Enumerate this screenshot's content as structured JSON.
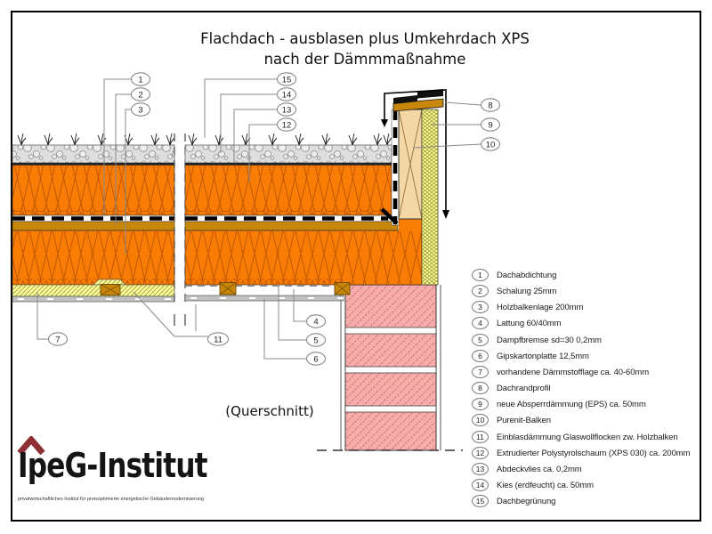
{
  "title": {
    "line1": "Flachdach - ausblasen plus Umkehrdach XPS",
    "line2": "nach der Dämmmaßnahme"
  },
  "section_label": "(Querschnitt)",
  "legend": {
    "items": [
      {
        "num": "1",
        "label": "Dachabdichtung"
      },
      {
        "num": "2",
        "label": "Schalung 25mm"
      },
      {
        "num": "3",
        "label": "Holzbalkenlage 200mm"
      },
      {
        "num": "4",
        "label": "Lattung 60/40mm"
      },
      {
        "num": "5",
        "label": "Dampfbremse sd=30 0,2mm"
      },
      {
        "num": "6",
        "label": "Gipskartonplatte 12,5mm"
      },
      {
        "num": "7",
        "label": "vorhandene Dämmstofflage ca. 40-60mm"
      },
      {
        "num": "8",
        "label": "Dachrandprofil"
      },
      {
        "num": "9",
        "label": "neue Absperrdämmung (EPS) ca. 50mm"
      },
      {
        "num": "10",
        "label": "Purenit-Balken"
      },
      {
        "num": "11",
        "label": "Einblasdämmung Glaswollflocken zw. Holzbalken"
      },
      {
        "num": "12",
        "label": "Extrudierter Polystyrolschaum (XPS 030) ca. 200mm"
      },
      {
        "num": "13",
        "label": "Abdeckvlies ca. 0,2mm"
      },
      {
        "num": "14",
        "label": "Kies (erdfeucht) ca. 50mm"
      },
      {
        "num": "15",
        "label": "Dachbegrünung"
      }
    ]
  },
  "logo": {
    "name": "IpeG-Institut",
    "tagline": "privatwirtschaftliches Institut für preisoptimierte energetische Gebäudemodernisierung"
  },
  "colors": {
    "insulation_orange": "#F97C04",
    "wood_brown": "#C8860B",
    "eps_yellow": "#FEFE9E",
    "purenit_tan": "#F3D7A4",
    "wall_pink": "#F7ACAC",
    "logo_red": "#8E2F33"
  }
}
